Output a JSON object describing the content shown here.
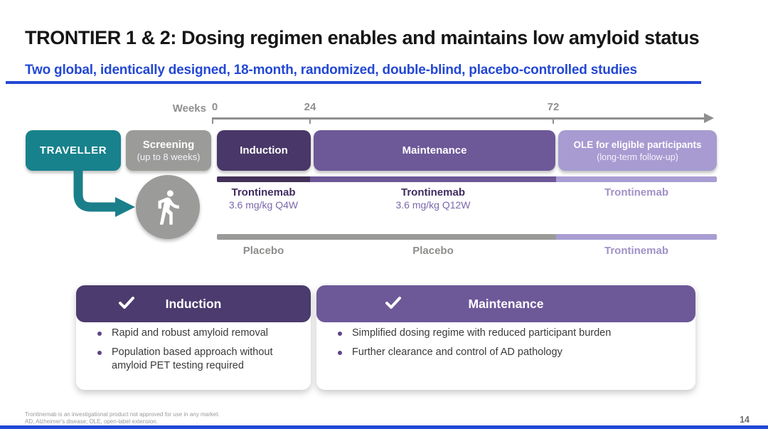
{
  "slide": {
    "title": "TRONTIER 1 & 2: Dosing regimen enables and maintains low amyloid status",
    "subtitle": "Two global, identically designed, 18-month, randomized,  double-blind, placebo-controlled studies",
    "page_number": "14",
    "footnote_line1": "Trontinemab is an investigational product not approved for use in any market.",
    "footnote_line2": "AD, Alzheimer's disease; OLE, open-label extension.",
    "accent_blue": "#2348d4"
  },
  "timeline": {
    "axis_label": "Weeks",
    "tick_0": "0",
    "tick_24": "24",
    "tick_72": "72",
    "traveller_label": "TRAVELLER",
    "phases": {
      "screening": {
        "label": "Screening",
        "sublabel": "(up to 8 weeks)",
        "color": "#9b9b99"
      },
      "induction": {
        "label": "Induction",
        "color": "#483768"
      },
      "maintenance": {
        "label": "Maintenance",
        "color": "#6d5898"
      },
      "ole": {
        "label": "OLE for eligible participants",
        "sublabel": "(long-term follow-up)",
        "color": "#a79bd1"
      }
    },
    "arms": {
      "treatment": {
        "induction_drug": "Trontinemab",
        "induction_dose": "3.6 mg/kg Q4W",
        "maintenance_drug": "Trontinemab",
        "maintenance_dose": "3.6 mg/kg Q12W",
        "ole_drug": "Trontinemab"
      },
      "placebo": {
        "induction": "Placebo",
        "maintenance": "Placebo",
        "ole": "Trontinemab"
      }
    },
    "colors": {
      "teal": "#17828c",
      "dark_purple": "#483768",
      "mid_purple": "#6d5898",
      "light_purple": "#a79bd1",
      "gray": "#9b9b99"
    }
  },
  "cards": {
    "induction": {
      "title": "Induction",
      "bullets": [
        "Rapid and robust amyloid removal",
        "Population based approach without amyloid PET testing required"
      ]
    },
    "maintenance": {
      "title": "Maintenance",
      "bullets": [
        "Simplified  dosing regime with reduced participant burden",
        "Further clearance and control of AD pathology"
      ]
    }
  }
}
